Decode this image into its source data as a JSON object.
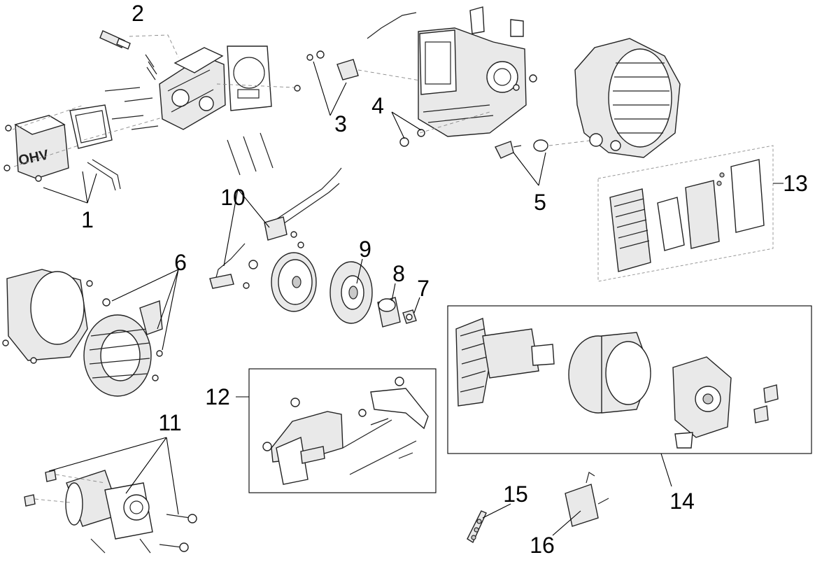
{
  "parts": [
    {
      "number": "1"
    },
    {
      "number": "2"
    },
    {
      "number": "3"
    },
    {
      "number": "4"
    },
    {
      "number": "5"
    },
    {
      "number": "6"
    },
    {
      "number": "7"
    },
    {
      "number": "8"
    },
    {
      "number": "9"
    },
    {
      "number": "10"
    },
    {
      "number": "11"
    },
    {
      "number": "12"
    },
    {
      "number": "13"
    },
    {
      "number": "14"
    },
    {
      "number": "15"
    },
    {
      "number": "16"
    }
  ],
  "valve_cover_marking": "OHV",
  "colors": {
    "line": "#222222",
    "fill": "#ffffff",
    "shade": "#e9e9e9",
    "background": "#ffffff"
  }
}
